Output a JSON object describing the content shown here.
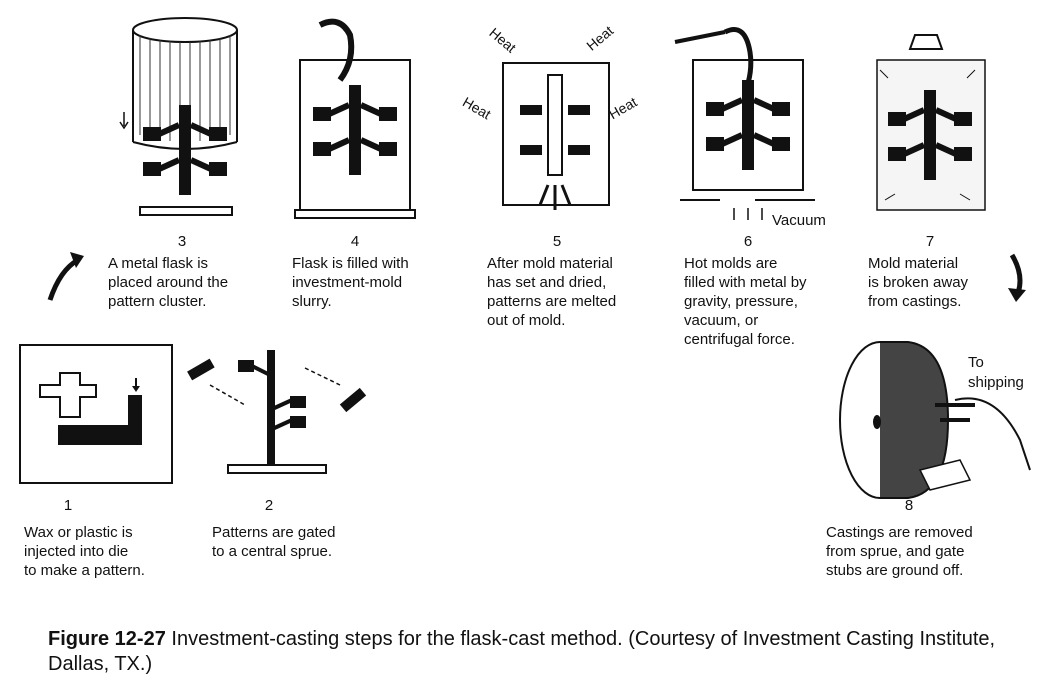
{
  "steps": [
    {
      "number": "1",
      "text": "Wax or plastic is\ninjected into die\nto make a pattern."
    },
    {
      "number": "2",
      "text": "Patterns are gated\nto a central sprue."
    },
    {
      "number": "3",
      "text": "A metal flask is\nplaced around the\npattern cluster."
    },
    {
      "number": "4",
      "text": "Flask is filled with\ninvestment-mold\nslurry."
    },
    {
      "number": "5",
      "text": "After mold material\nhas set and dried,\npatterns are melted\nout of mold."
    },
    {
      "number": "6",
      "text": "Hot molds are\nfilled with metal by\ngravity, pressure,\nvacuum, or\ncentrifugal force."
    },
    {
      "number": "7",
      "text": "Mold material\nis broken away\nfrom castings."
    },
    {
      "number": "8",
      "text": "Castings are removed\nfrom sprue, and gate\nstubs are ground off."
    }
  ],
  "labels": {
    "heat": "Heat",
    "vacuum": "Vacuum",
    "to_shipping_1": "To",
    "to_shipping_2": "shipping"
  },
  "caption": {
    "figure": "Figure 12-27",
    "text": " Investment-casting steps for the flask-cast method. (Courtesy of Investment Casting Institute, Dallas, TX.)"
  }
}
